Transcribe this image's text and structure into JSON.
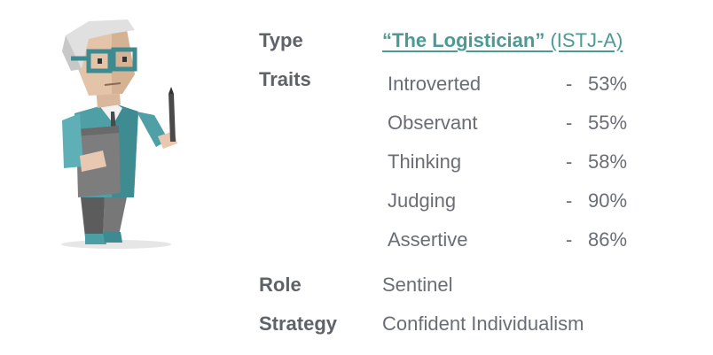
{
  "labels": {
    "type": "Type",
    "traits": "Traits",
    "role": "Role",
    "strategy": "Strategy"
  },
  "type": {
    "name": "“The Logistician”",
    "code": "(ISTJ-A)",
    "color": "#4d9a95"
  },
  "traits": [
    {
      "name": "Introverted",
      "dash": "-",
      "percent": "53%"
    },
    {
      "name": "Observant",
      "dash": "-",
      "percent": "55%"
    },
    {
      "name": "Thinking",
      "dash": "-",
      "percent": "58%"
    },
    {
      "name": "Judging",
      "dash": "-",
      "percent": "90%"
    },
    {
      "name": "Assertive",
      "dash": "-",
      "percent": "86%"
    }
  ],
  "role": "Sentinel",
  "strategy": "Confident Individualism",
  "illustration": {
    "icon": "logistician-character-icon"
  }
}
